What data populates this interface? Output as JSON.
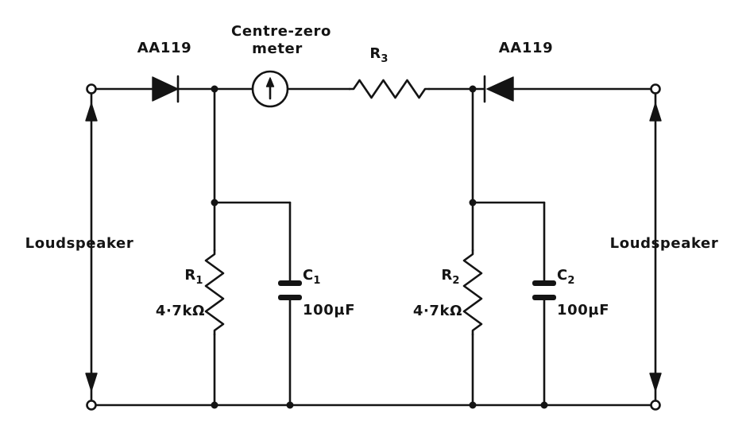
{
  "circuit": {
    "diode_left": {
      "label": "AA119"
    },
    "diode_right": {
      "label": "AA119"
    },
    "meter": {
      "label_line1": "Centre-zero",
      "label_line2": "meter"
    },
    "r3": {
      "name": "R",
      "sub": "3"
    },
    "r1": {
      "name": "R",
      "sub": "1",
      "value": "4·7kΩ"
    },
    "r2": {
      "name": "R",
      "sub": "2",
      "value": "4·7kΩ"
    },
    "c1": {
      "name": "C",
      "sub": "1",
      "value": "100µF"
    },
    "c2": {
      "name": "C",
      "sub": "2",
      "value": "100µF"
    },
    "speaker_left": {
      "label": "Loudspeaker"
    },
    "speaker_right": {
      "label": "Loudspeaker"
    },
    "ink_color": "#141414",
    "background_color": "#ffffff"
  }
}
